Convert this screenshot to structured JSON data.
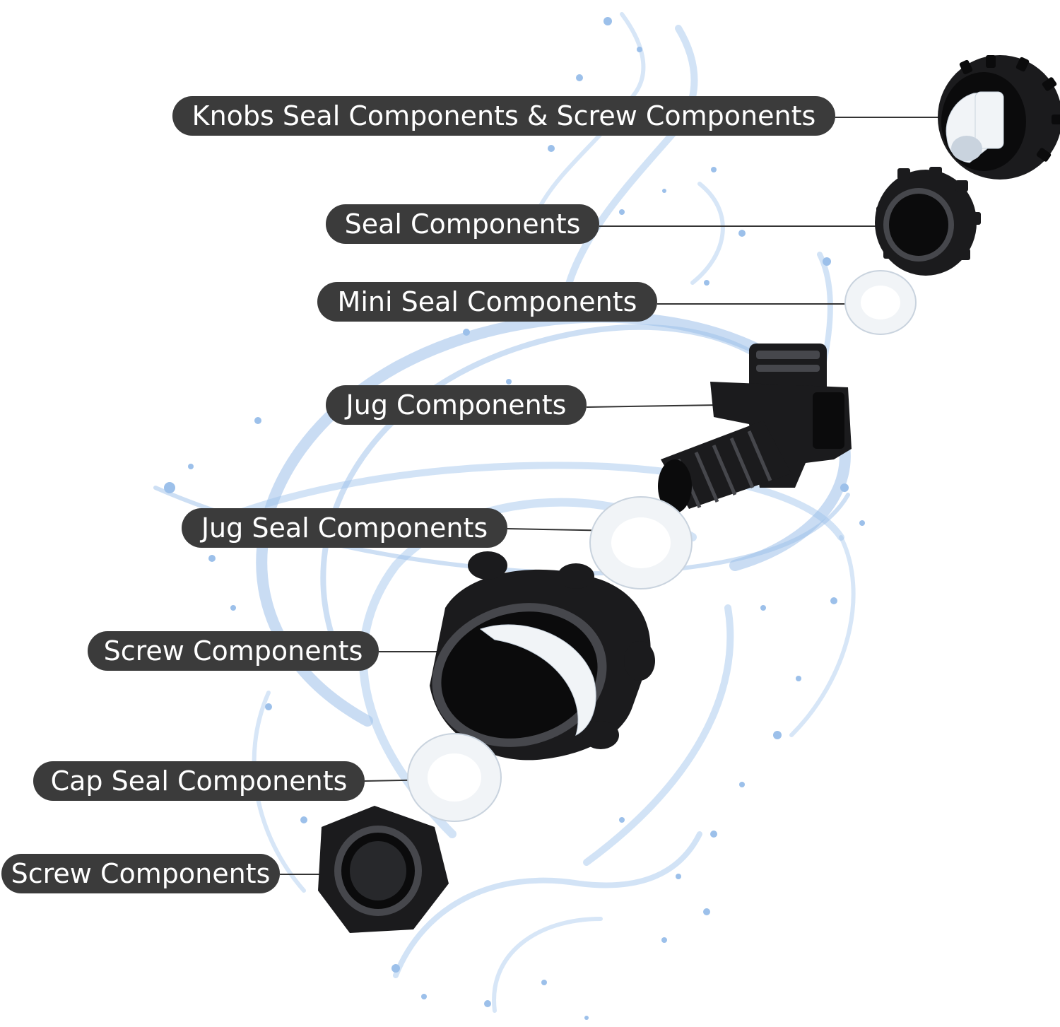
{
  "colors": {
    "label_bg": "#3b3b3b",
    "label_text": "#ffffff",
    "leader_line": "#333333",
    "part_black": "#1b1b1d",
    "part_shadow": "#0b0b0c",
    "part_highlight": "#46474c",
    "washer_white": "#f1f4f7",
    "washer_edge": "#c9d3de",
    "water_blue": "#9cc0ea",
    "water_light": "#d3e4f7"
  },
  "labels": [
    {
      "id": "knobs-seal-screw",
      "text": "Knobs Seal Components & Screw Components"
    },
    {
      "id": "seal",
      "text": "Seal Components"
    },
    {
      "id": "mini-seal",
      "text": "Mini Seal Components"
    },
    {
      "id": "jug",
      "text": "Jug Components"
    },
    {
      "id": "jug-seal",
      "text": "Jug Seal Components"
    },
    {
      "id": "screw-large",
      "text": "Screw Components"
    },
    {
      "id": "cap-seal",
      "text": "Cap Seal Components"
    },
    {
      "id": "screw-small",
      "text": "Screw Components"
    }
  ],
  "parts": [
    {
      "id": "knob-cap",
      "icon": "knob-cap-with-nozzle-icon"
    },
    {
      "id": "seal-nut",
      "icon": "ribbed-nut-icon"
    },
    {
      "id": "mini-washer",
      "icon": "washer-icon"
    },
    {
      "id": "jug-spigot",
      "icon": "spigot-body-icon"
    },
    {
      "id": "jug-washer",
      "icon": "washer-icon"
    },
    {
      "id": "screw-cap",
      "icon": "threaded-cap-icon"
    },
    {
      "id": "cap-washer",
      "icon": "washer-icon"
    },
    {
      "id": "hex-nut",
      "icon": "hex-nut-icon"
    }
  ]
}
